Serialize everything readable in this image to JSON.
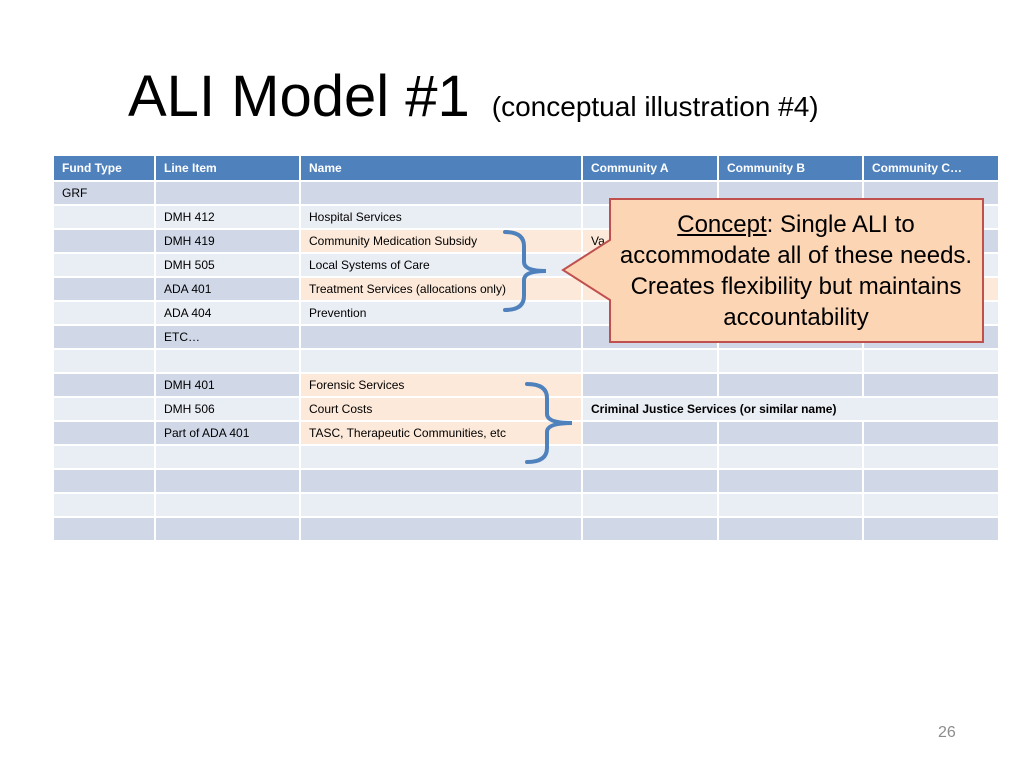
{
  "title": {
    "main": "ALI Model #1",
    "sub": "(conceptual illustration #4)"
  },
  "table": {
    "headers": [
      "Fund Type",
      "Line Item",
      "Name",
      "Community A",
      "Community B",
      "Community C…"
    ],
    "rows": [
      [
        "GRF",
        "",
        "",
        "",
        "",
        ""
      ],
      [
        "",
        "DMH 412",
        "Hospital Services",
        "",
        "",
        ""
      ],
      [
        "",
        "DMH 419",
        "Community Medication Subsidy",
        "Va",
        "",
        ""
      ],
      [
        "",
        "DMH 505",
        "Local Systems of Care",
        "",
        "",
        ""
      ],
      [
        "",
        "ADA 401",
        "Treatment Services (allocations only)",
        "",
        "",
        ""
      ],
      [
        "",
        "ADA 404",
        "Prevention",
        "",
        "",
        ""
      ],
      [
        "",
        "ETC…",
        "",
        "",
        "",
        ""
      ],
      [
        "",
        "",
        "",
        "",
        "",
        ""
      ],
      [
        "",
        "DMH 401",
        "Forensic Services",
        "",
        "",
        ""
      ],
      [
        "",
        "DMH 506",
        "Court Costs",
        "Criminal Justice Services (or similar name)",
        "",
        ""
      ],
      [
        "",
        "Part of ADA 401",
        "TASC, Therapeutic Communities, etc",
        "",
        "",
        ""
      ],
      [
        "",
        "",
        "",
        "",
        "",
        ""
      ],
      [
        "",
        "",
        "",
        "",
        "",
        ""
      ],
      [
        "",
        "",
        "",
        "",
        "",
        ""
      ],
      [
        "",
        "",
        "",
        "",
        "",
        ""
      ]
    ]
  },
  "callout": {
    "concept_word": "Concept",
    "text": ":  Single ALI to accommodate all of these needs.  Creates flexibility but maintains accountability",
    "fill": "#fcd5b5",
    "border": "#c0504d"
  },
  "colors": {
    "header": "#4f81bd",
    "band_a": "#d0d8e8",
    "band_b": "#e9edf4",
    "highlight": "#fde9d9",
    "brace": "#4f81bd"
  },
  "page_number": "26"
}
